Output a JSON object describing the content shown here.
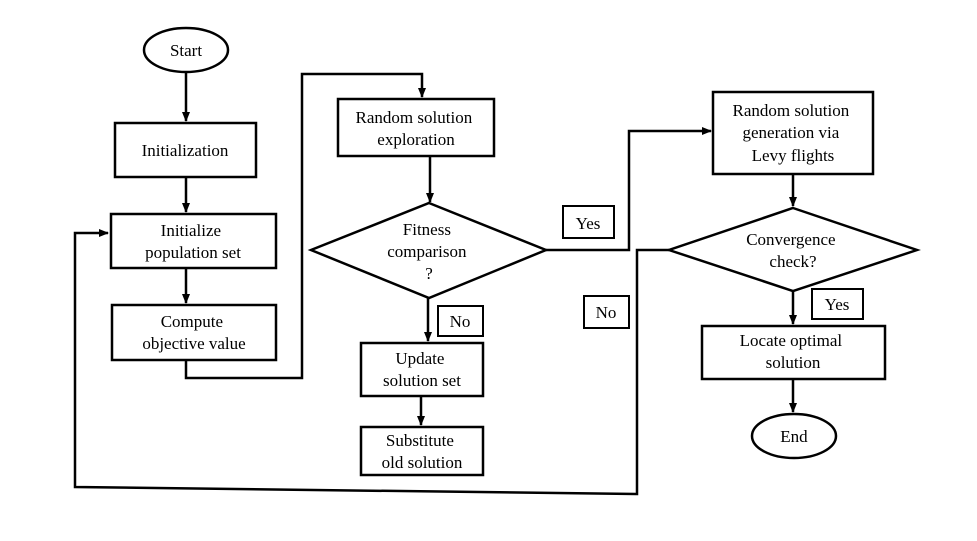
{
  "diagram": {
    "type": "flowchart",
    "colors": {
      "stroke": "#000000",
      "fill": "#ffffff",
      "text": "#000000"
    },
    "nodes": {
      "start": {
        "shape": "ellipse",
        "lines": [
          "Start"
        ]
      },
      "initialization": {
        "shape": "rect",
        "lines": [
          "Initialization"
        ]
      },
      "init_population": {
        "shape": "rect",
        "lines": [
          "Initialize",
          "population set"
        ]
      },
      "compute_obj": {
        "shape": "rect",
        "lines": [
          "Compute",
          "objective value"
        ]
      },
      "random_explore": {
        "shape": "rect",
        "lines": [
          "Random solution",
          "exploration"
        ]
      },
      "fitness": {
        "shape": "diamond",
        "lines": [
          "Fitness",
          "comparison",
          "?"
        ]
      },
      "update_set": {
        "shape": "rect",
        "lines": [
          "Update",
          "solution set"
        ]
      },
      "substitute": {
        "shape": "rect",
        "lines": [
          "Substitute",
          "old solution"
        ]
      },
      "levy": {
        "shape": "rect",
        "lines": [
          "Random solution",
          "generation via",
          "Levy flights"
        ]
      },
      "convergence": {
        "shape": "diamond",
        "lines": [
          "Convergence",
          "check?"
        ]
      },
      "locate": {
        "shape": "rect",
        "lines": [
          "Locate optimal",
          "solution"
        ]
      },
      "end": {
        "shape": "ellipse",
        "lines": [
          "End"
        ]
      }
    },
    "edge_labels": {
      "fitness_yes": "Yes",
      "fitness_no": "No",
      "convergence_yes": "Yes",
      "convergence_no": "No"
    },
    "edges": [
      {
        "from": "start",
        "to": "initialization"
      },
      {
        "from": "initialization",
        "to": "init_population"
      },
      {
        "from": "init_population",
        "to": "compute_obj"
      },
      {
        "from": "compute_obj",
        "to": "random_explore"
      },
      {
        "from": "random_explore",
        "to": "fitness"
      },
      {
        "from": "fitness",
        "to": "update_set",
        "label": "fitness_no"
      },
      {
        "from": "fitness",
        "to": "levy",
        "label": "fitness_yes"
      },
      {
        "from": "update_set",
        "to": "substitute"
      },
      {
        "from": "levy",
        "to": "convergence"
      },
      {
        "from": "convergence",
        "to": "locate",
        "label": "convergence_yes"
      },
      {
        "from": "convergence",
        "to": "init_population",
        "label": "convergence_no"
      },
      {
        "from": "locate",
        "to": "end"
      }
    ]
  }
}
